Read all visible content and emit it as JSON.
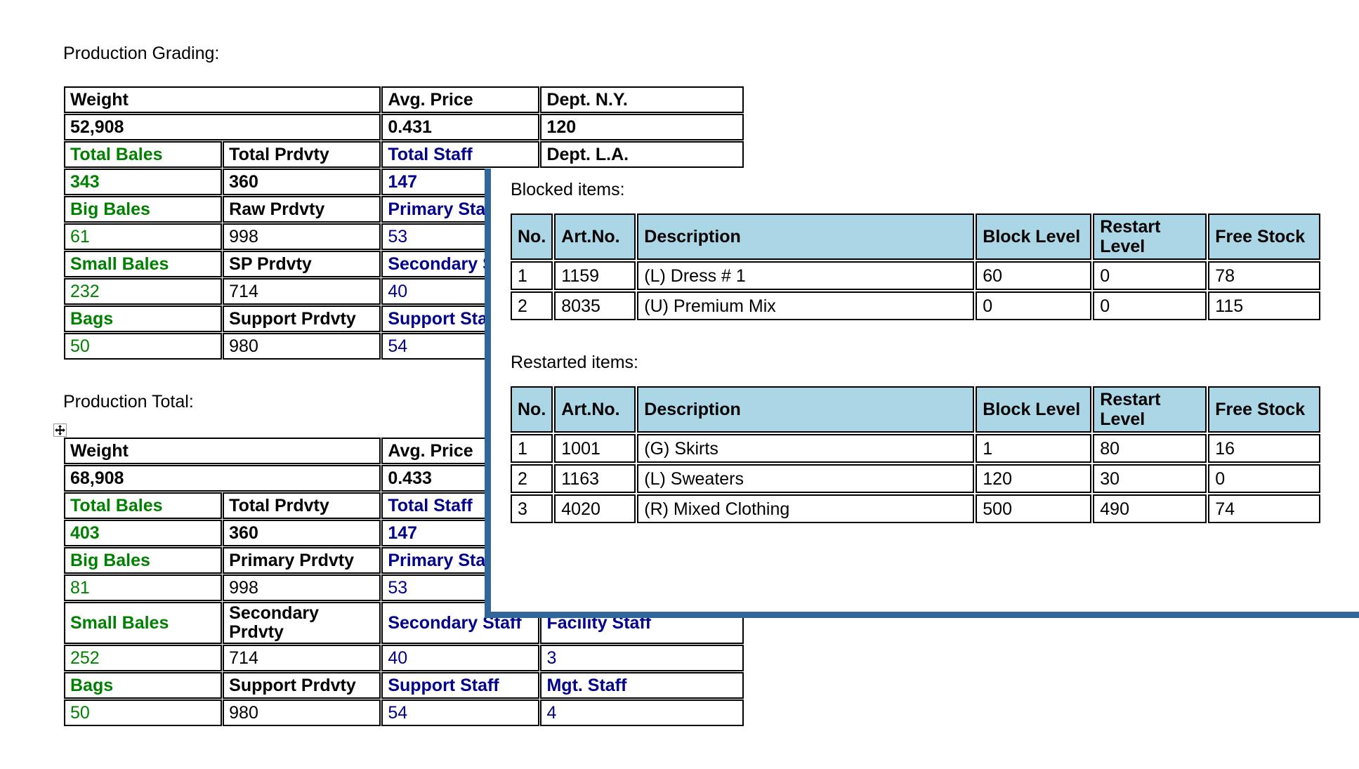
{
  "page": {
    "background": "#ffffff",
    "accent_blue": "#31669b",
    "header_grey": "#d4d4d4",
    "header_lightblue": "#aad6e6",
    "highlight_yellow": "#ffff00",
    "green_text": "#008000",
    "blue_text": "#00008b"
  },
  "production_grading": {
    "caption": "Production Grading:",
    "rows": [
      [
        {
          "text": "Weight",
          "style": "hdr black"
        },
        {
          "text": "Avg. Price",
          "style": "hdr black yellow"
        },
        {
          "text": "Dept. N.Y.",
          "style": "hdr black"
        }
      ],
      [
        {
          "text": "52,908",
          "style": "val bold black"
        },
        {
          "text": "0.431",
          "style": "val bold black yellow"
        },
        {
          "text": "120",
          "style": "val bold black"
        }
      ],
      [
        {
          "text": "Total Bales",
          "style": "hdr green"
        },
        {
          "text": "Total Prdvty",
          "style": "hdr black"
        },
        {
          "text": "Total Staff",
          "style": "hdr blue"
        },
        {
          "text": "Dept. L.A.",
          "style": "hdr black"
        }
      ],
      [
        {
          "text": "343",
          "style": "val bold green"
        },
        {
          "text": "360",
          "style": "val bold black"
        },
        {
          "text": "147",
          "style": "val bold blue"
        },
        {
          "text": "",
          "style": "val black"
        }
      ],
      [
        {
          "text": "Big Bales",
          "style": "hdr green"
        },
        {
          "text": "Raw Prdvty",
          "style": "hdr black"
        },
        {
          "text": "Primary Staff",
          "style": "hdr blue"
        },
        {
          "text": "",
          "style": "hdr black"
        }
      ],
      [
        {
          "text": "61",
          "style": "val green"
        },
        {
          "text": "998",
          "style": "val black"
        },
        {
          "text": "53",
          "style": "val blue"
        },
        {
          "text": "",
          "style": "val black"
        }
      ],
      [
        {
          "text": "Small Bales",
          "style": "hdr green"
        },
        {
          "text": "SP Prdvty",
          "style": "hdr black"
        },
        {
          "text": "Secondary Staff",
          "style": "hdr blue"
        },
        {
          "text": "",
          "style": "hdr black"
        }
      ],
      [
        {
          "text": "232",
          "style": "val green"
        },
        {
          "text": "714",
          "style": "val black"
        },
        {
          "text": "40",
          "style": "val blue"
        },
        {
          "text": "",
          "style": "val black"
        }
      ],
      [
        {
          "text": "Bags",
          "style": "hdr green"
        },
        {
          "text": "Support Prdvty",
          "style": "hdr black"
        },
        {
          "text": "Support Staff",
          "style": "hdr blue"
        },
        {
          "text": "",
          "style": "hdr black"
        }
      ],
      [
        {
          "text": "50",
          "style": "val green"
        },
        {
          "text": "980",
          "style": "val black"
        },
        {
          "text": "54",
          "style": "val blue"
        },
        {
          "text": "",
          "style": "val black"
        }
      ]
    ]
  },
  "production_total": {
    "caption": "Production Total:",
    "move_handle_icon": "move-handle-icon",
    "rows": [
      [
        {
          "text": "Weight",
          "style": "hdr black"
        },
        {
          "text": "Avg. Price",
          "style": "hdr black yellow"
        },
        {
          "text": "",
          "style": "hdr black"
        }
      ],
      [
        {
          "text": "68,908",
          "style": "val bold black"
        },
        {
          "text": "0.433",
          "style": "val bold black yellow"
        },
        {
          "text": "",
          "style": "val bold black"
        }
      ],
      [
        {
          "text": "Total Bales",
          "style": "hdr green"
        },
        {
          "text": "Total Prdvty",
          "style": "hdr black"
        },
        {
          "text": "Total Staff",
          "style": "hdr blue"
        },
        {
          "text": "",
          "style": "hdr black"
        }
      ],
      [
        {
          "text": "403",
          "style": "val bold green"
        },
        {
          "text": "360",
          "style": "val bold black"
        },
        {
          "text": "147",
          "style": "val bold blue"
        },
        {
          "text": "",
          "style": "val bold black"
        }
      ],
      [
        {
          "text": "Big Bales",
          "style": "hdr green"
        },
        {
          "text": "Primary Prdvty",
          "style": "hdr black"
        },
        {
          "text": "Primary Staff",
          "style": "hdr blue"
        },
        {
          "text": "",
          "style": "hdr black"
        }
      ],
      [
        {
          "text": "81",
          "style": "val green"
        },
        {
          "text": "998",
          "style": "val black"
        },
        {
          "text": "53",
          "style": "val blue"
        },
        {
          "text": "",
          "style": "val black"
        }
      ],
      [
        {
          "text": "Small Bales",
          "style": "hdr green"
        },
        {
          "text": "Secondary Prdvty",
          "style": "hdr black"
        },
        {
          "text": "Secondary Staff",
          "style": "hdr blue"
        },
        {
          "text": "Facility Staff",
          "style": "hdr blue"
        }
      ],
      [
        {
          "text": "252",
          "style": "val green"
        },
        {
          "text": "714",
          "style": "val black"
        },
        {
          "text": "40",
          "style": "val blue"
        },
        {
          "text": "3",
          "style": "val blue"
        }
      ],
      [
        {
          "text": "Bags",
          "style": "hdr green"
        },
        {
          "text": "Support Prdvty",
          "style": "hdr black"
        },
        {
          "text": "Support Staff",
          "style": "hdr blue"
        },
        {
          "text": "Mgt. Staff",
          "style": "hdr blue"
        }
      ],
      [
        {
          "text": "50",
          "style": "val green"
        },
        {
          "text": "980",
          "style": "val black"
        },
        {
          "text": "54",
          "style": "val blue"
        },
        {
          "text": "4",
          "style": "val blue"
        }
      ]
    ]
  },
  "overlay": {
    "blocked": {
      "caption": "Blocked items:",
      "columns": [
        "No.",
        "Art.No.",
        "Description",
        "Block Level",
        "Restart Level",
        "Free Stock"
      ],
      "rows": [
        [
          "1",
          "1159",
          "(L) Dress # 1",
          "60",
          "0",
          "78"
        ],
        [
          "2",
          "8035",
          "(U) Premium Mix",
          "0",
          "0",
          "115"
        ]
      ]
    },
    "restarted": {
      "caption": "Restarted items:",
      "columns": [
        "No.",
        "Art.No.",
        "Description",
        "Block Level",
        "Restart Level",
        "Free Stock"
      ],
      "rows": [
        [
          "1",
          "1001",
          "(G) Skirts",
          "1",
          "80",
          "16"
        ],
        [
          "2",
          "1163",
          "(L) Sweaters",
          "120",
          "30",
          "0"
        ],
        [
          "3",
          "4020",
          "(R) Mixed Clothing",
          "500",
          "490",
          "74"
        ]
      ]
    }
  }
}
